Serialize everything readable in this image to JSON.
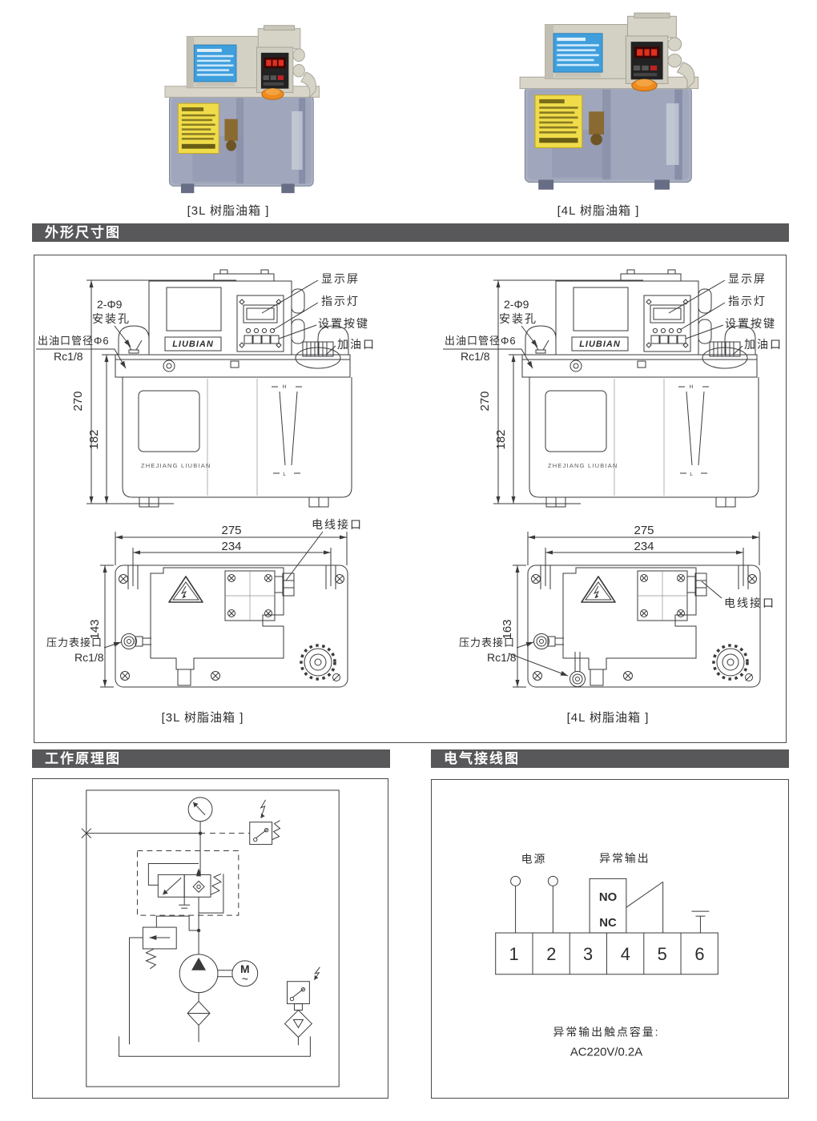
{
  "photos": {
    "left_caption": "[3L 树脂油箱 ]",
    "right_caption": "[4L 树脂油箱 ]"
  },
  "sections": {
    "dimensions": "外形尺寸图",
    "principle": "工作原理图",
    "wiring": "电气接线图"
  },
  "front": {
    "display": "显示屏",
    "indicator": "指示灯",
    "buttons": "设置按键",
    "filler": "加油口",
    "mount1": "2-Φ9",
    "mount2": "安装孔",
    "outlet": "出油口管径Φ6",
    "thread": "Rc1/8",
    "h270": "270",
    "h182": "182",
    "brand": "LIUBIAN",
    "tank_brand": "ZHEJIANG LIUBIAN",
    "lvl_h": "H",
    "lvl_l": "L"
  },
  "top": {
    "w275": "275",
    "w234": "234",
    "cable": "电线接口",
    "press1": "压力表接口",
    "press2": "Rc1/8",
    "d143": "143",
    "d163": "163",
    "cap3l": "[3L 树脂油箱 ]",
    "cap4l": "[4L 树脂油箱 ]"
  },
  "sch": {
    "motor": "M",
    "tilde": "~"
  },
  "wire": {
    "power": "电源",
    "out": "异常输出",
    "no": "NO",
    "nc": "NC",
    "t": [
      "1",
      "2",
      "3",
      "4",
      "5",
      "6"
    ],
    "note1": "异常输出触点容量:",
    "note2": "AC220V/0.2A"
  },
  "colors": {
    "header_bg": "#58585a",
    "line": "#3a3a3c",
    "cap_orange": "#ef8a1e",
    "label_blue": "#3f9fdd",
    "warning_yellow": "#f0dc4a",
    "display_red": "#e03020",
    "tank_gray": "#aab0c2"
  }
}
